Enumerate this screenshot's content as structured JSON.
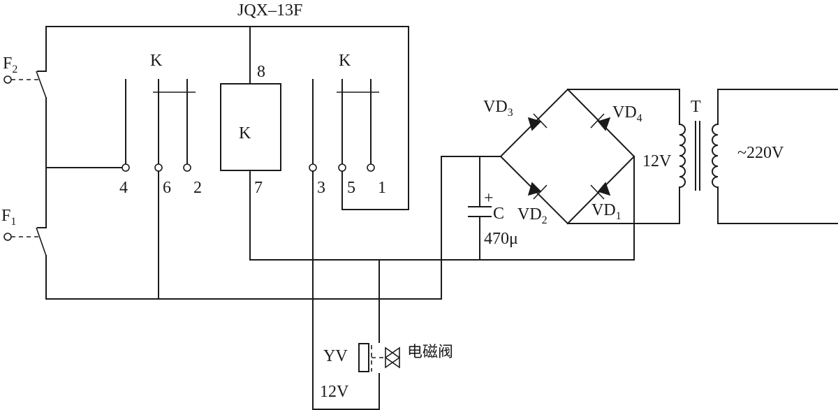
{
  "relay": {
    "model": "JQX–13F",
    "coil_label": "K",
    "contact_group_left_label": "K",
    "contact_group_right_label": "K",
    "pins": [
      "8",
      "7",
      "4",
      "6",
      "2",
      "3",
      "5",
      "1"
    ]
  },
  "switches": {
    "f2": {
      "main": "F",
      "sub": "2"
    },
    "f1": {
      "main": "F",
      "sub": "1"
    }
  },
  "bridge": {
    "vd3": {
      "main": "VD",
      "sub": "3"
    },
    "vd4": {
      "main": "VD",
      "sub": "4"
    },
    "vd2": {
      "main": "VD",
      "sub": "2"
    },
    "vd1": {
      "main": "VD",
      "sub": "1"
    }
  },
  "capacitor": {
    "plus": "+",
    "name": "C",
    "value": "470μ"
  },
  "transformer": {
    "name": "T",
    "secondary_voltage": "12V",
    "primary_voltage": "~220V"
  },
  "valve": {
    "name": "YV",
    "voltage": "12V",
    "description": "电磁阀"
  }
}
